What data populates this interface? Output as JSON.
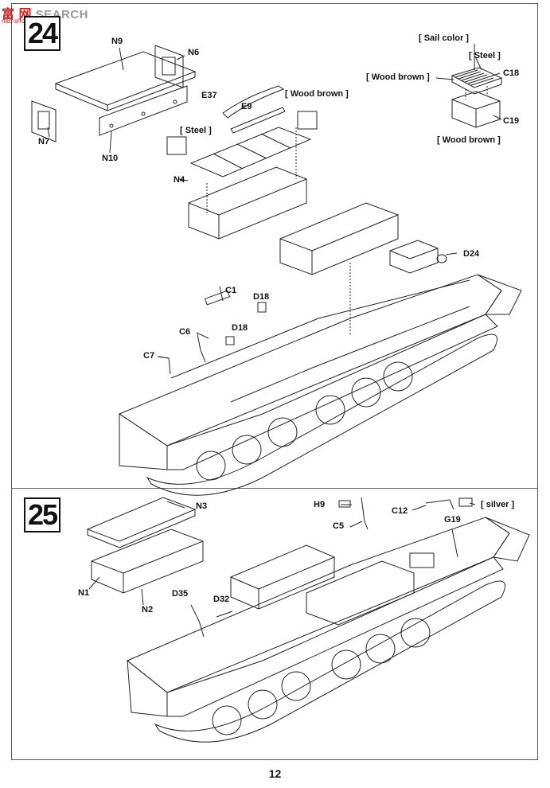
{
  "watermark": {
    "logo": "富 网",
    "text": "SEARCH",
    "sub": "nao-shop.com"
  },
  "steps": {
    "step24": {
      "number": "24"
    },
    "step25": {
      "number": "25"
    }
  },
  "labels24": {
    "n9": "N9",
    "n6": "N6",
    "n7": "N7",
    "n10": "N10",
    "n4": "N4",
    "e37": "E37",
    "e9": "E9",
    "wood_brown_1": "[ Wood brown ]",
    "steel_1": "[ Steel ]",
    "sail_color": "[ Sail color ]",
    "steel_2": "[ Steel ]",
    "wood_brown_2": "[ Wood brown ]",
    "c18": "C18",
    "c19": "C19",
    "wood_brown_3": "[ Wood brown ]",
    "d24": "D24",
    "c1": "C1",
    "d18a": "D18",
    "d18b": "D18",
    "c6": "C6",
    "c7": "C7"
  },
  "labels25": {
    "n3": "N3",
    "n1": "N1",
    "n2": "N2",
    "d35": "D35",
    "d32": "D32",
    "h9": "H9",
    "c5": "C5",
    "c12": "C12",
    "silver": "[ silver ]",
    "g19": "G19"
  },
  "footer": {
    "page_number": "12"
  }
}
